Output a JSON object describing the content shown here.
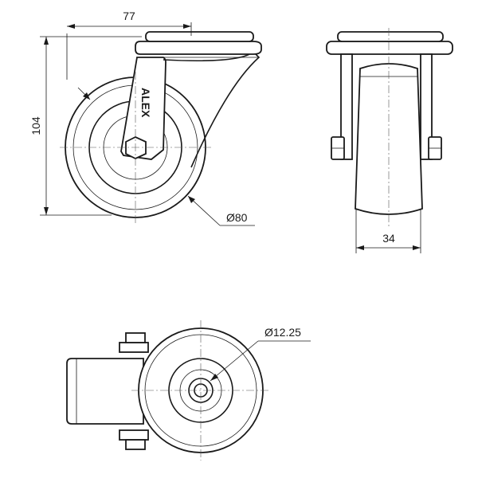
{
  "drawing": {
    "brand": "ALEX",
    "dimensions": {
      "overall_width": "77",
      "overall_height": "104",
      "wheel_diameter": "Ø80",
      "wheel_width": "34",
      "bore_diameter": "Ø12.25"
    }
  }
}
